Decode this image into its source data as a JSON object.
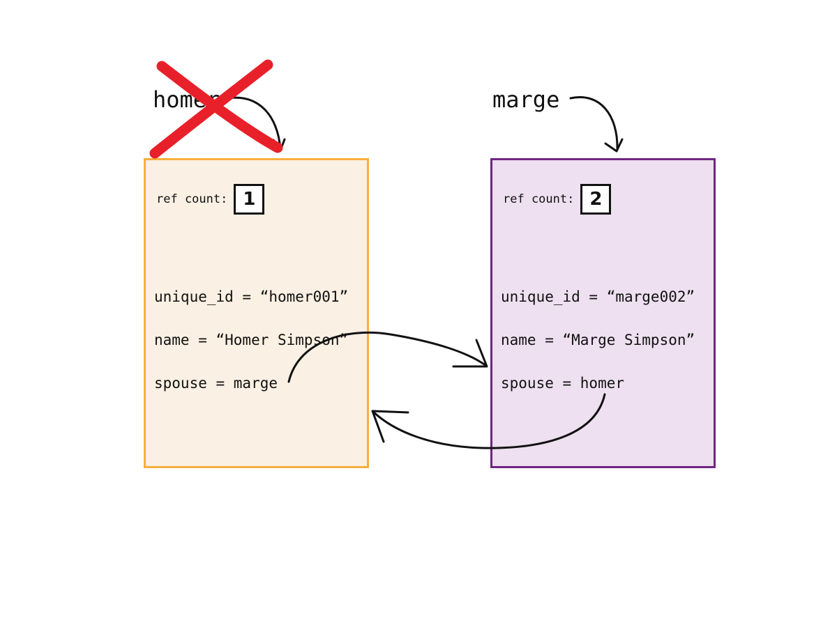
{
  "colors": {
    "homer_border": "#F9AE3E",
    "homer_fill": "#FAF0E3",
    "marge_border": "#6E2683",
    "marge_fill": "#EEE0F0",
    "cross": "#E8202A",
    "ink": "#111111"
  },
  "variables": {
    "homer": "homer",
    "marge": "marge"
  },
  "objects": {
    "homer": {
      "ref_label": "ref count:",
      "ref_count": "1",
      "fields": [
        "unique_id = “homer001”",
        "name = “Homer Simpson”",
        "spouse = marge"
      ]
    },
    "marge": {
      "ref_label": "ref count:",
      "ref_count": "2",
      "fields": [
        "unique_id = “marge002”",
        "name = “Marge Simpson”",
        "spouse = homer"
      ]
    }
  },
  "icons": {
    "cross": "x-cross-icon",
    "arrow": "hand-drawn-arrow-icon"
  }
}
